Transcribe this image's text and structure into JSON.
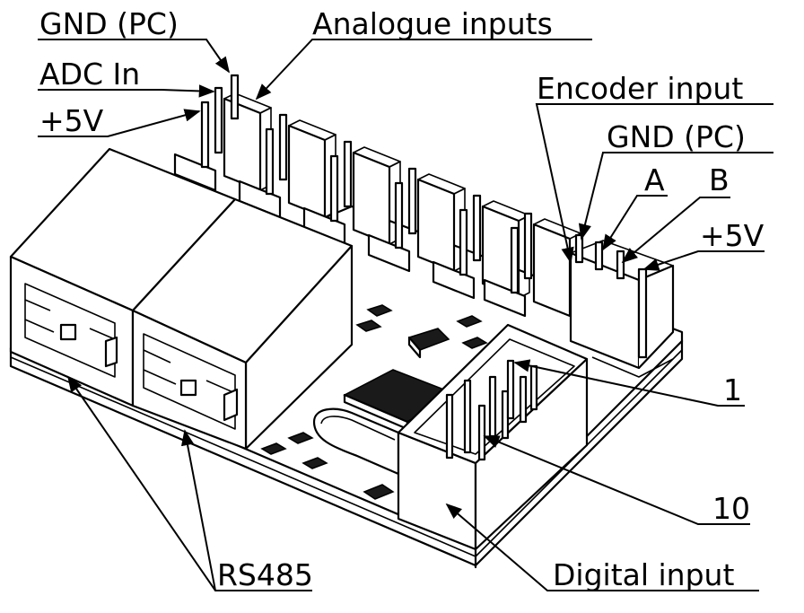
{
  "labels": {
    "gnd_pc_top": "GND (PC)",
    "analogue_inputs": "Analogue inputs",
    "adc_in": "ADC In",
    "plus5v_left": "+5V",
    "encoder_input": "Encoder input",
    "gnd_pc_right": "GND (PC)",
    "a": "A",
    "b": "B",
    "plus5v_right": "+5V",
    "pin_1": "1",
    "pin_10": "10",
    "rs485": "RS485",
    "digital_input": "Digital input"
  }
}
